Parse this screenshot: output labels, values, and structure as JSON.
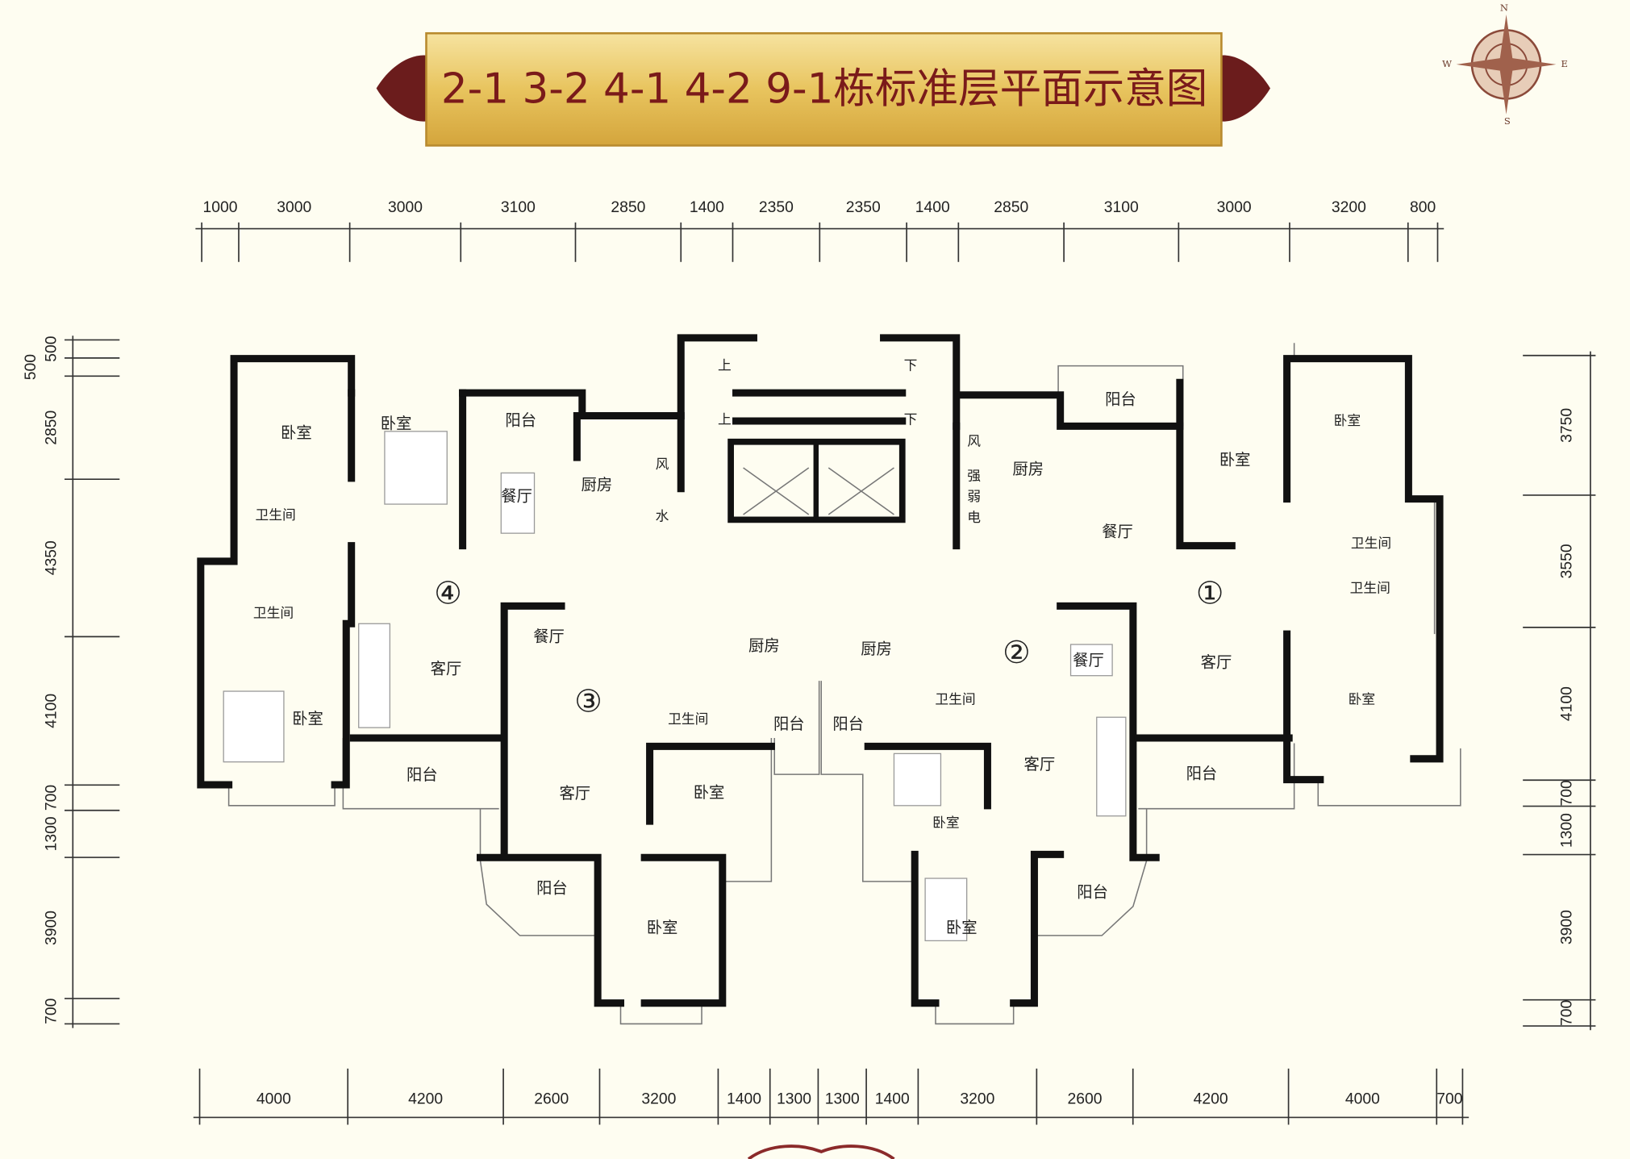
{
  "title": "2-1  3-2  4-1  4-2  9-1栋标准层平面示意图",
  "compass": {
    "n": "N",
    "e": "E",
    "s": "S",
    "w": "W"
  },
  "colors": {
    "background": "#fefdf1",
    "banner_gold": "#e6c15a",
    "title_text": "#7a1a1a",
    "ornament": "#6b1c1c",
    "wall": "#111111"
  },
  "dimensions": {
    "top": [
      1000,
      3000,
      3000,
      3100,
      2850,
      1400,
      2350,
      2350,
      1400,
      2850,
      3100,
      3000,
      3200,
      800
    ],
    "bottom": [
      4000,
      4200,
      2600,
      3200,
      1400,
      1300,
      1300,
      1400,
      3200,
      2600,
      4200,
      4000,
      700
    ],
    "left": [
      500,
      500,
      2850,
      4350,
      4100,
      700,
      1300,
      3900,
      700
    ],
    "right": [
      3750,
      3550,
      4100,
      700,
      1300,
      3900,
      700
    ]
  },
  "core": {
    "stair": [
      "上",
      "下",
      "上",
      "下"
    ]
  },
  "units": {
    "u1": {
      "marker": "①",
      "rooms": [
        "阳台",
        "厨房",
        "卧室",
        "卧室",
        "餐厅",
        "卫生间",
        "卫生间",
        "客厅",
        "卧室",
        "阳台"
      ],
      "shaft": [
        "风",
        "强",
        "弱",
        "电"
      ]
    },
    "u2": {
      "marker": "②",
      "rooms": [
        "厨房",
        "阳台",
        "卫生间",
        "餐厅",
        "客厅",
        "卧室",
        "卧室",
        "阳台"
      ]
    },
    "u3": {
      "marker": "③",
      "rooms": [
        "餐厅",
        "厨房",
        "卫生间",
        "阳台",
        "客厅",
        "卧室",
        "阳台",
        "卧室"
      ]
    },
    "u4": {
      "marker": "④",
      "rooms": [
        "卧室",
        "卧室",
        "阳台",
        "餐厅",
        "厨房",
        "卫生间",
        "卫生间",
        "客厅",
        "卧室",
        "阳台"
      ],
      "shaft": [
        "风",
        "水"
      ]
    }
  }
}
